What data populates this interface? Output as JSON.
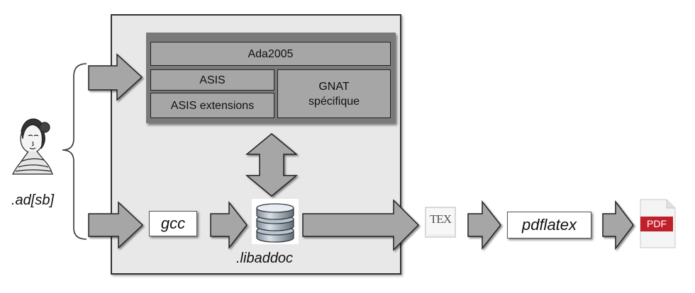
{
  "source": {
    "label": ".ad[sb]"
  },
  "libraries": {
    "ada": "Ada2005",
    "asis": "ASIS",
    "asis_ext": "ASIS extensions",
    "gnat_line1": "GNAT",
    "gnat_line2": "spécifique"
  },
  "tools": {
    "gcc": "gcc",
    "pdflatex": "pdflatex"
  },
  "database": {
    "label": ".libaddoc"
  },
  "tex": {
    "label": "TEX"
  },
  "pdf": {
    "label": "PDF",
    "color": "#c0202a"
  },
  "colors": {
    "arrow": "#a6a6a6",
    "panel": "#e8e8e8",
    "inner": "#7a7a7a"
  }
}
